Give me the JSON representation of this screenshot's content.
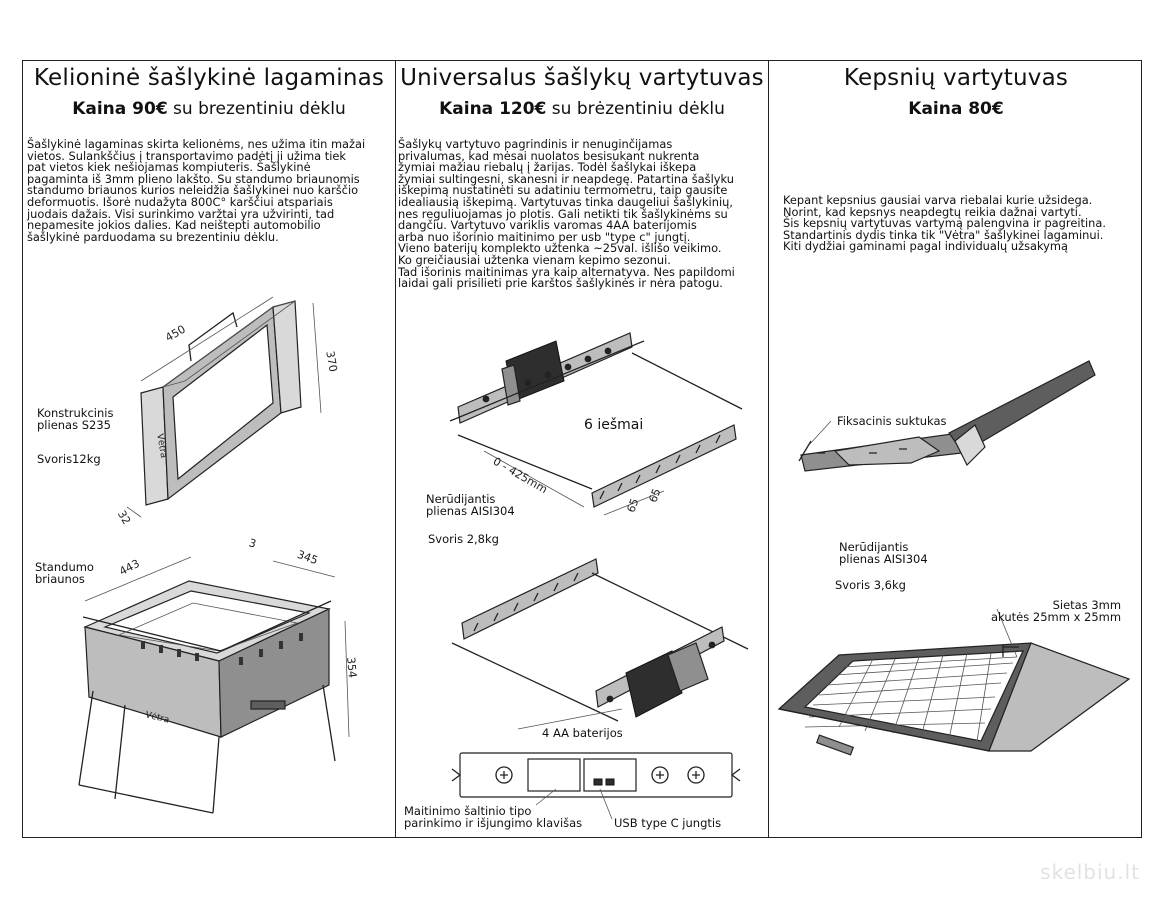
{
  "columns": [
    {
      "title": "Kelioninė šašlykinė lagaminas",
      "price_bold": "Kaina 90€",
      "price_rest": " su brezentiniu dėklu",
      "description": "Šašlykinė lagaminas skirta kelionėms, nes užima itin mažai\nvietos. Sulankščius į transportavimo padėtį ji užima tiek\npat  vietos kiek nešiojamas  kompiuteris. Šašlykinė\npagaminta iš 3mm plieno lakšto. Su standumo briaunomis\nstandumo briaunos kurios neleidžia šašlykinei nuo karščio\ndeformuotis. Išorė nudažyta 800C° karščiui atspariais\njuodais dažais. Visi surinkimo varžtai yra užvirinti, tad\nnepamesite jokios dalies. Kad neištepti automobilio\nšašlykinė parduodama su brezentiniu dėklu.",
      "labels": {
        "material": "Konstrukcinis\nplienas S235",
        "weight": "Svoris12kg",
        "rib": "Standumo\nbriaunos",
        "brand_plate": "Vėtra",
        "brand_case": "Vėtra"
      },
      "dimensions": {
        "width": "450",
        "height": "370",
        "depth": "32",
        "length": "443",
        "thickness": "3",
        "side": "345",
        "leg_height": "354"
      }
    },
    {
      "title": "Universalus šašlykų vartytuvas",
      "price_bold": "Kaina 120€",
      "price_rest": " su brėzentiniu dėklu",
      "description": "Šašlykų vartytuvo pagrindinis ir nenuginčijamas\nprivalumas, kad mėsai nuolatos besisukant nukrenta\nžymiai mažiau riebalų į žarijas. Todėl šašlykai iškepa\nžymiai sultingesni, skanesni ir neapdegę. Patartina šašlyku\niškepimą nustatinėti su adatiniu termometru, taip gausite\nidealiausią iškepimą. Vartytuvas tinka daugeliui šašlykinių,\nnes reguliuojamas jo plotis. Gali netikti tik šašlykinėms su\ndangčiu. Vartytuvo variklis varomas 4AA baterijomis\narba nuo išorinio maitinimo per usb \"type c\" jungtį.\nVieno baterijų komplekto užtenka ~25val. išlišo veikimo.\nKo greičiausiai užtenka vienam kepimo sezonui.\nTad išorinis maitinimas yra kaip alternatyva. Nes papildomi\nlaidai gali prisilieti prie karštos šašlykinės ir nėra patogu.",
      "labels": {
        "skewers": "6 iešmai",
        "material": "Nerūdijantis\nplienas AISI304",
        "weight": "Svoris 2,8kg",
        "batteries": "4 AA baterijos",
        "switch": "Maitinimo šaltinio tipo\nparinkimo ir išjungimo klavišas",
        "usb": "USB type C jungtis"
      },
      "dimensions": {
        "range": "0 - 425mm",
        "spacing_a": "65",
        "spacing_b": "65"
      }
    },
    {
      "title": "Kepsnių vartytuvas",
      "price_bold": "Kaina 80€",
      "price_rest": "",
      "description": "Kepant kepsnius gausiai varva riebalai kurie užsidega.\nNorint, kad kepsnys neapdegtų reikia dažnai vartyti.\nŠis kepsnių vartytuvas vartymą palengvina ir pagreitina.\nStandartinis dydis tinka tik \"Vėtra\" šašlykinei lagaminui.\nKiti dydžiai gaminami pagal individualų užsakymą",
      "labels": {
        "fixing": "Fiksacinis suktukas",
        "material": "Nerūdijantis\nplienas AISI304",
        "weight": "Svoris 3,6kg",
        "grid": "Sietas 3mm\nakutės 25mm x 25mm"
      }
    }
  ],
  "watermark": "skelbiu.lt"
}
